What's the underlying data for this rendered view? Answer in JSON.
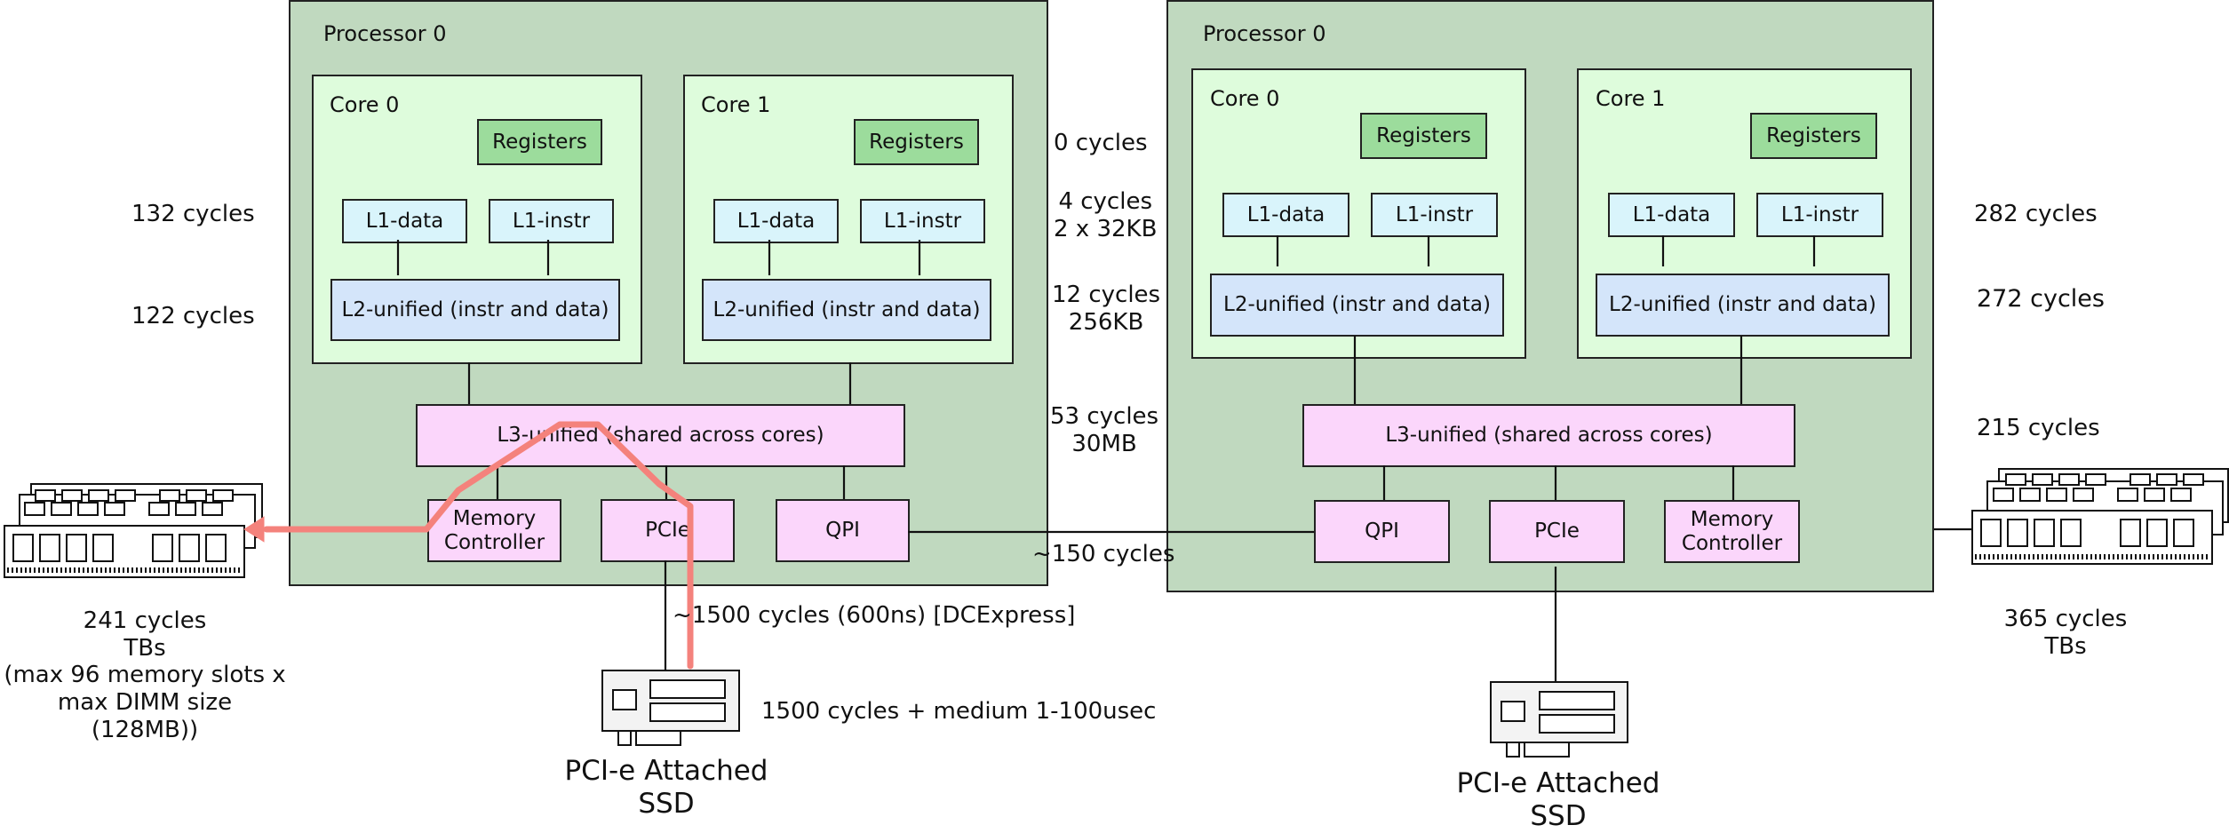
{
  "processor_left": {
    "title": "Processor 0",
    "core0": {
      "title": "Core 0",
      "registers": "Registers",
      "l1_data": "L1-data",
      "l1_instr": "L1-instr",
      "l2": "L2-unified (instr and data)"
    },
    "core1": {
      "title": "Core 1",
      "registers": "Registers",
      "l1_data": "L1-data",
      "l1_instr": "L1-instr",
      "l2": "L2-unified (instr and data)"
    },
    "l3": "L3-unified (shared across cores)",
    "memory_controller": "Memory\nController",
    "pcie": "PCIe",
    "qpi": "QPI"
  },
  "processor_right": {
    "title": "Processor 0",
    "core0": {
      "title": "Core 0",
      "registers": "Registers",
      "l1_data": "L1-data",
      "l1_instr": "L1-instr",
      "l2": "L2-unified (instr and data)"
    },
    "core1": {
      "title": "Core 1",
      "registers": "Registers",
      "l1_data": "L1-data",
      "l1_instr": "L1-instr",
      "l2": "L2-unified (instr and data)"
    },
    "l3": "L3-unified (shared across cores)",
    "qpi": "QPI",
    "pcie": "PCIe",
    "memory_controller": "Memory\nController"
  },
  "latencies_center": {
    "registers": "0 cycles",
    "l1": "4 cycles\n2 x 32KB",
    "l2": "12 cycles\n256KB",
    "l3": "53 cycles\n30MB",
    "qpi": "~150 cycles",
    "pcie": "~1500 cycles (600ns) [DCExpress]",
    "ssd": "1500 cycles + medium 1-100usec"
  },
  "latencies_left": {
    "l1": "132 cycles",
    "l2": "122 cycles",
    "memory": "241 cycles\nTBs\n(max 96 memory slots x\nmax DIMM size (128MB))"
  },
  "latencies_right": {
    "l1": "282 cycles",
    "l2": "272 cycles",
    "l3": "215 cycles",
    "memory": "365 cycles\nTBs"
  },
  "ssd_left_caption": "PCI-e Attached\nSSD",
  "ssd_right_caption": "PCI-e Attached\nSSD",
  "colors": {
    "processor": "#c0d9bf",
    "core": "#defcdc",
    "registers": "#9cdc9c",
    "l1": "#d9f4fb",
    "l2": "#d4e5fa",
    "l3": "#fbd6fb",
    "path_highlight": "#f4827c"
  },
  "icons": [
    "dram-module-icon",
    "ssd-drive-icon",
    "access-path-arrow"
  ]
}
